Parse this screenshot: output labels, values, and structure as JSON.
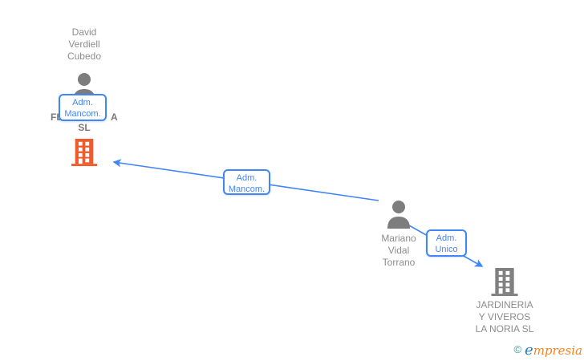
{
  "diagram": {
    "person_david": {
      "name_lines": [
        "David",
        "Verdiell",
        "Cubedo"
      ]
    },
    "person_mariano": {
      "name_lines": [
        "Mariano",
        "Vidal",
        "Torrano"
      ]
    },
    "company_focal": {
      "name_fragment_left": "FL",
      "name_fragment_right": "A",
      "name_line2": "SL"
    },
    "company_jardineria": {
      "name_lines": [
        "JARDINERIA",
        "Y VIVEROS",
        "LA NORIA SL"
      ]
    },
    "edge_labels": {
      "david_role": {
        "lines": [
          "Adm.",
          "Mancom."
        ]
      },
      "mariano_role_focal": {
        "lines": [
          "Adm.",
          "Mancom."
        ]
      },
      "mariano_role_jardineria": {
        "lines": [
          "Adm.",
          "Unico"
        ]
      }
    }
  },
  "footer": {
    "copyright_symbol": "©",
    "brand_first_letter": "e",
    "brand_rest": "mpresia"
  },
  "colors": {
    "edge_blue": "#4285f4",
    "focal_company_orange": "#f15b2a",
    "icon_gray": "#7d7d7d",
    "building_gray": "#808080",
    "text_gray": "#8c8c8c",
    "logo_teal": "#2e9ca6",
    "logo_blue": "#2b7bb9",
    "logo_orange": "#f5821f"
  }
}
